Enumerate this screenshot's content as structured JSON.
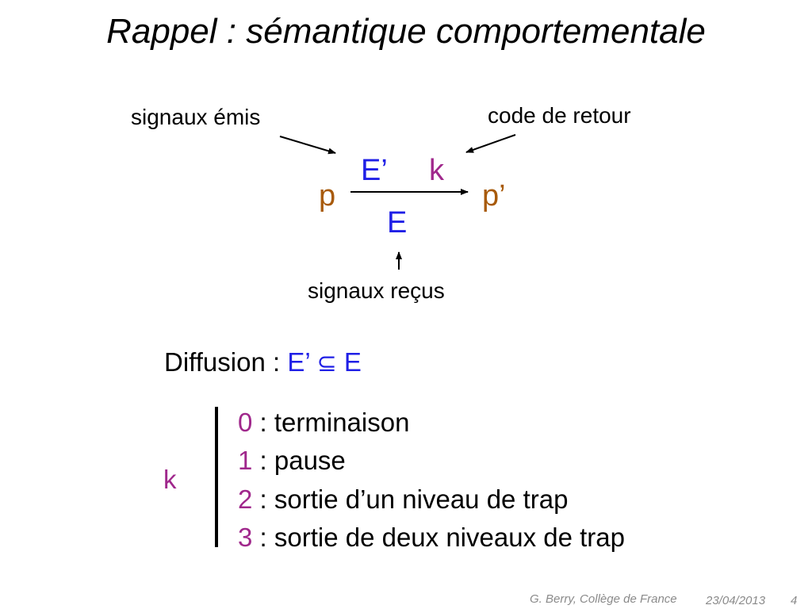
{
  "slide": {
    "title": "Rappel : sémantique comportementale",
    "diagram": {
      "emitted_label": "signaux émis",
      "return_label": "code de retour",
      "received_label": "signaux reçus",
      "state_from": "p",
      "state_to": "p’",
      "output_signals": "E’",
      "input_signals": "E",
      "completion_code": "k"
    },
    "diffusion": {
      "label": "Diffusion :",
      "lhs": "E’",
      "relation": "⊆",
      "rhs": "E"
    },
    "codes": {
      "variable": "k",
      "items": [
        {
          "code": "0",
          "text": " : terminaison"
        },
        {
          "code": "1",
          "text": " : pause"
        },
        {
          "code": "2",
          "text": " : sortie d’un niveau de trap"
        },
        {
          "code": "3",
          "text": " : sortie de deux niveaux de trap"
        }
      ]
    },
    "footer": {
      "author": "G. Berry, Collège de France",
      "date": "23/04/2013",
      "page": "4"
    }
  },
  "colors": {
    "signals": "#1f1fe6",
    "states": "#a85a0a",
    "codes": "#a0288c"
  }
}
